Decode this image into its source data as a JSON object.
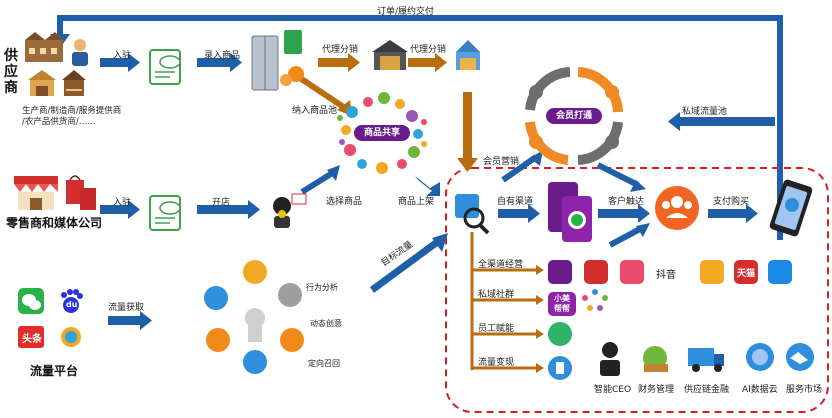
{
  "labels": {
    "top_flow": "订单/履约交付",
    "supplier": "供\n应\n商",
    "supplier_types": "生产商/制造商/服务提供商\n/农产品供货商/……",
    "settle_in_1": "入驻",
    "enter_goods": "录入商品",
    "dist_1": "代理分销",
    "dist_2": "代理分销",
    "add_to_pool": "纳入商品池",
    "goods_share": "商品共享",
    "retailer": "零售商和媒体公司",
    "settle_in_2": "入驻",
    "open_store": "开店",
    "choose_goods": "选择商品",
    "goods_online": "商品上架",
    "member_marketing": "会员营销",
    "member_link": "会员打通",
    "private_pool": "私域流量池",
    "own_channel": "自有渠道",
    "customer_reach": "客户触达",
    "pay_buy": "支付购买",
    "traffic_platform": "流量平台",
    "traffic_acquire": "流量获取",
    "target_traffic": "目标流量",
    "behavior": "行为分析",
    "dynamic_creative": "动态创意",
    "directed_recall": "定向召回",
    "omni": "全渠道经营",
    "private_community": "私域社群",
    "staff_enable": "员工赋能",
    "traffic_monetize": "流量变现",
    "douyin": "抖音",
    "tmall": "天猫",
    "xiaomei_1": "小美",
    "xiaomei_2": "帮帮",
    "toutiao": "头条",
    "du": "du"
  },
  "bottom_services": [
    "智能CEO",
    "财务管理",
    "供应链金融",
    "AI数据云",
    "服务市场"
  ],
  "colors": {
    "blue_arrow": "#1f5fa8",
    "orange_arrow": "#b86e0f",
    "dashed_border": "#d61f1f",
    "member_purple": "#6a1c8c",
    "orange_ring": "#f08a24",
    "gray_ring": "#6d6d6d"
  }
}
